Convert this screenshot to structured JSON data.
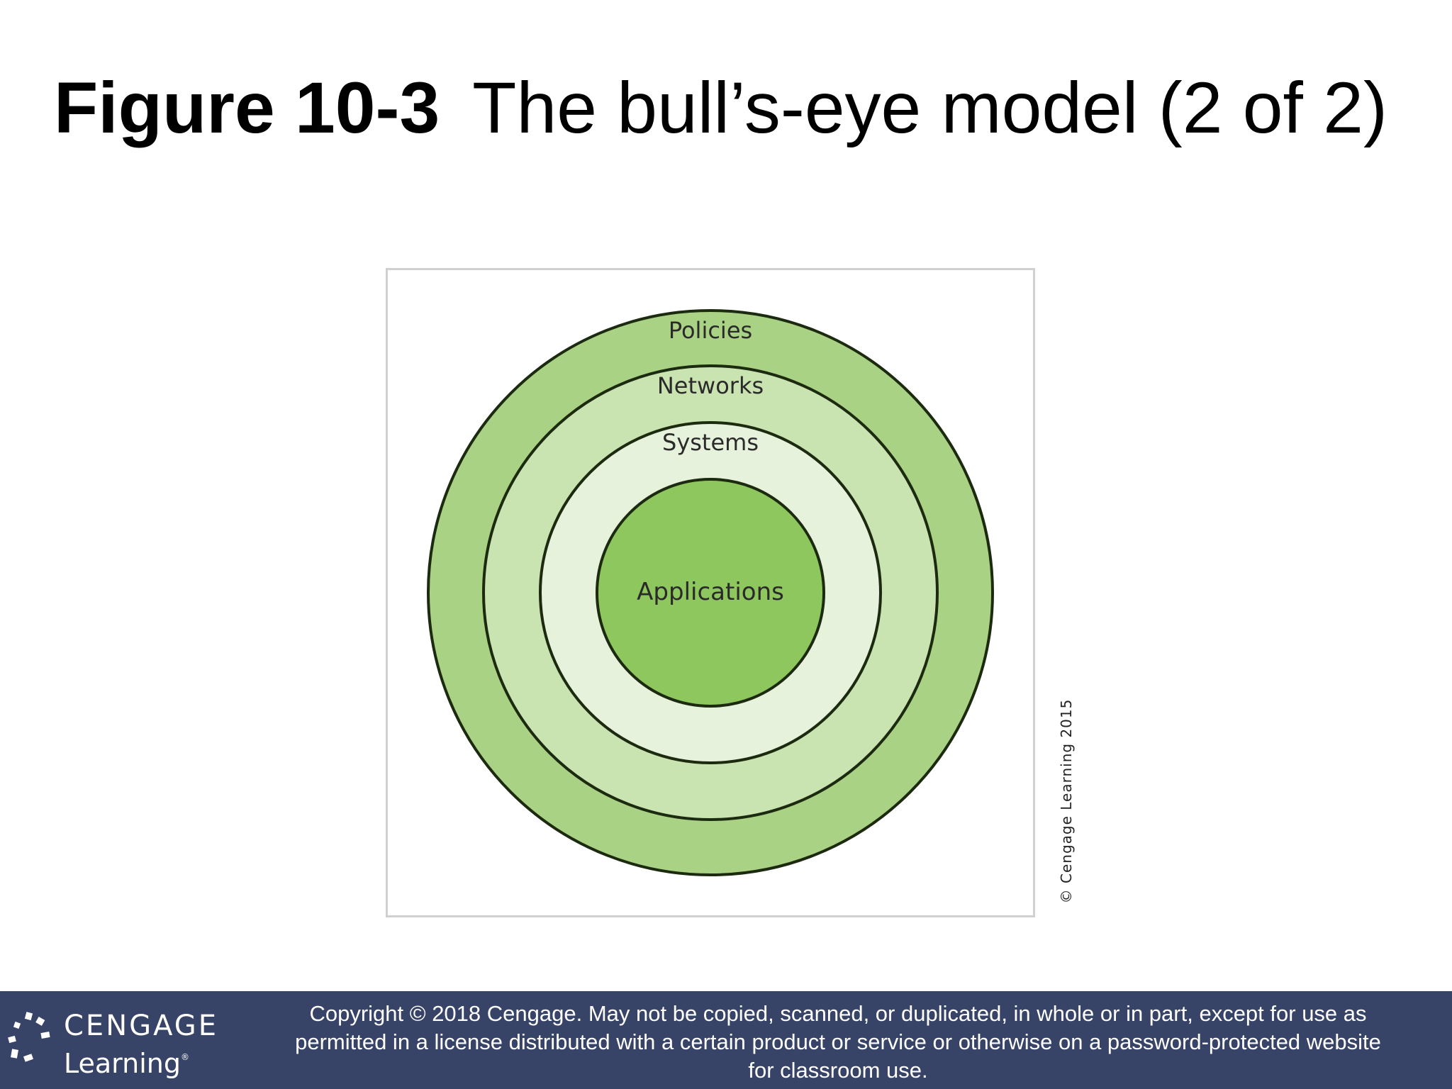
{
  "slide": {
    "figure_number": "Figure 10-3",
    "figure_caption": "The bull’s-eye model (2 of 2)"
  },
  "diagram": {
    "rings": [
      {
        "label": "Policies",
        "color": "#aad285"
      },
      {
        "label": "Networks",
        "color": "#c9e3b1"
      },
      {
        "label": "Systems",
        "color": "#e7f2dc"
      },
      {
        "label": "Applications",
        "color": "#8ec75e"
      }
    ],
    "outline_color": "#1c2a10",
    "credit": "© Cengage Learning 2015"
  },
  "footer": {
    "logo_top": "CENGAGE",
    "logo_bottom": "Learning",
    "logo_tm": "®",
    "copyright_line1": "Copyright © 2018 Cengage. May not be copied, scanned, or duplicated, in whole or in part, except for use as",
    "copyright_line2": "permitted in a license distributed with a certain product or service or otherwise on a password-protected website",
    "copyright_line3": "for classroom use.",
    "background_color": "#384467"
  }
}
